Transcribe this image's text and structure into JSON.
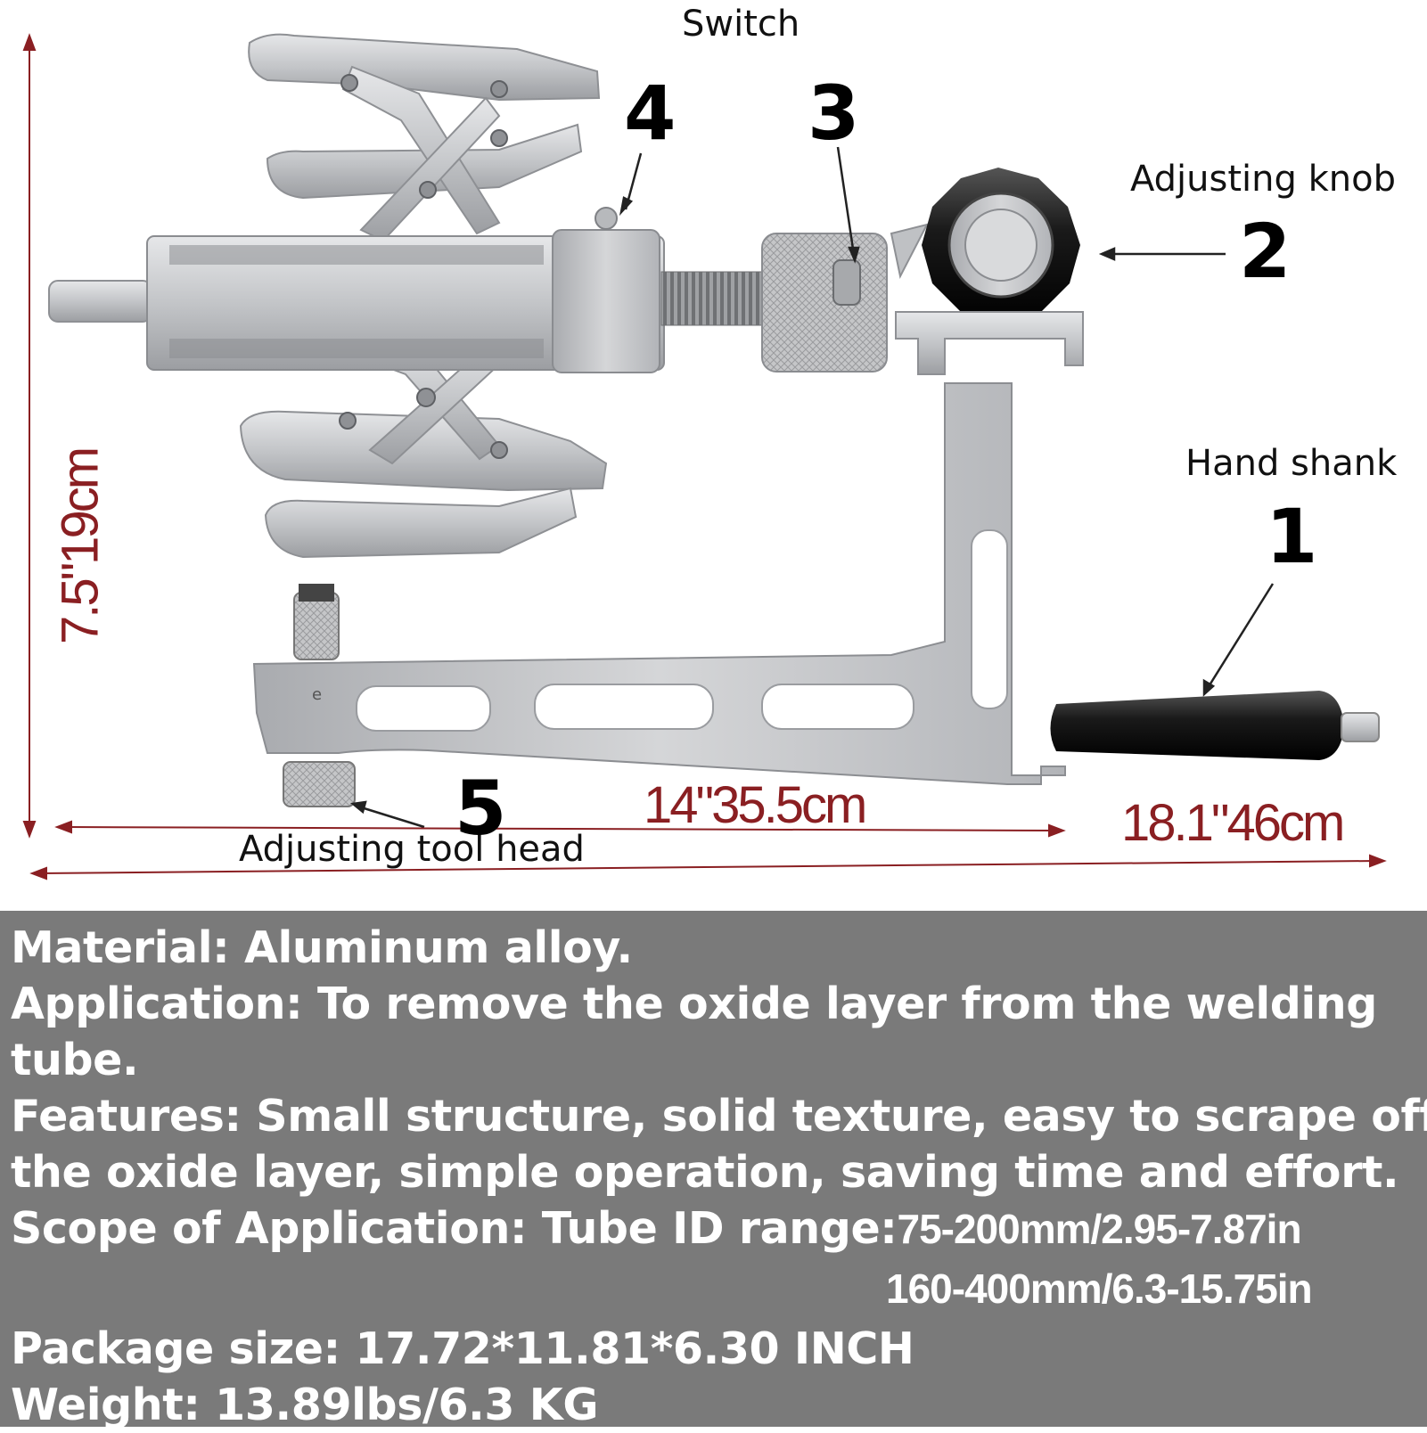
{
  "labels": {
    "switch": "Switch",
    "adjusting_knob": "Adjusting knob",
    "hand_shank": "Hand shank",
    "adjusting_tool_head": "Adjusting tool head"
  },
  "numbers": {
    "n1": "1",
    "n2": "2",
    "n3": "3",
    "n4": "4",
    "n5": "5"
  },
  "dimensions": {
    "height": "7.5\"19cm",
    "arm_length": "14\"35.5cm",
    "total_length": "18.1\"46cm"
  },
  "specs": {
    "material": "Material: Aluminum alloy.",
    "application_line1": "Application: To remove the oxide layer from the welding",
    "application_line2": "tube.",
    "features_line1": "Features: Small structure, solid texture, easy to scrape off",
    "features_line2": "the oxide layer, simple operation, saving time and effort.",
    "scope_label": "Scope of Application: Tube ID range:",
    "scope_range1": "75-200mm/2.95-7.87in",
    "scope_range2": "160-400mm/6.3-15.75in",
    "package": "Package size: 17.72*11.81*6.30 INCH",
    "weight": "Weight: 13.89lbs/6.3 KG"
  },
  "colors": {
    "dimension_red": "#8a1f22",
    "info_background": "#7a7a7a",
    "aluminum": "#c9cacc",
    "handle_black": "#1a1a1a"
  }
}
